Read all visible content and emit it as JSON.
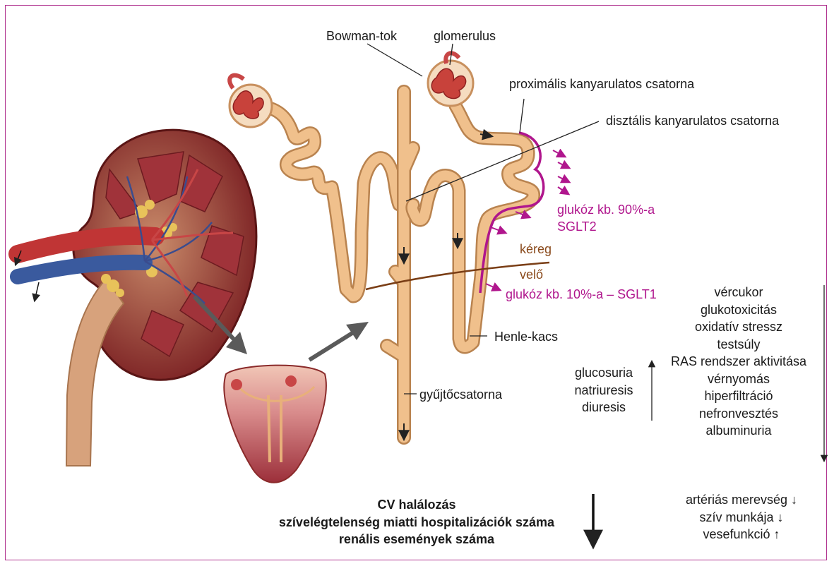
{
  "labels": {
    "bowman": "Bowman-tok",
    "glomerulus": "glomerulus",
    "proximal": "proximális kanyarulatos csatorna",
    "distal": "disztális kanyarulatos csatorna",
    "sglt2_line1": "glukóz kb. 90%-a",
    "sglt2_line2": "SGLT2",
    "cortex": "kéreg",
    "medulla": "velő",
    "sglt1": "glukóz kb. 10%-a – SGLT1",
    "henle": "Henle-kacs",
    "collecting": "gyűjtőcsatorna"
  },
  "increase_list": [
    "glucosuria",
    "natriuresis",
    "diuresis"
  ],
  "decrease_list": [
    "vércukor",
    "glukotoxicitás",
    "oxidatív stressz",
    "testsúly",
    "RAS rendszer aktivitása",
    "vérnyomás",
    "hiperfiltráció",
    "nefronvesztés",
    "albuminuria"
  ],
  "outcomes": {
    "lines": [
      "CV halálozás",
      "szívelégtelenség miatti hospitalizációk száma",
      "renális események száma"
    ]
  },
  "effects": [
    "artériás merevség ↓",
    "szív munkája ↓",
    "vesefunkció ↑"
  ],
  "colors": {
    "border": "#b0338f",
    "accent_magenta": "#b0168d",
    "cortex_label": "#8a4a1c",
    "tubule": "#e8b07a",
    "kidney": "#8c2a2a"
  }
}
